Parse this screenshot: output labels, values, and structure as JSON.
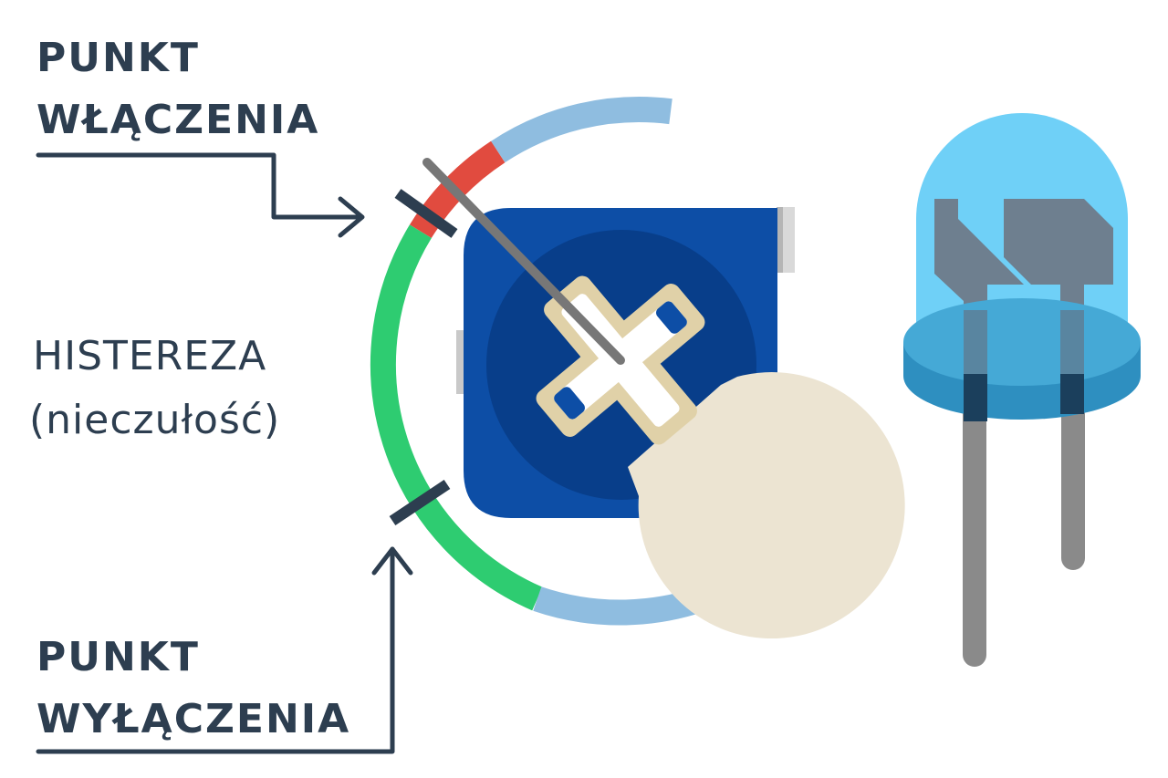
{
  "labels": {
    "on_point": [
      "PUNKT",
      "WŁĄCZENIA"
    ],
    "hysteresis": [
      "HISTEREZA",
      "(nieczułość)"
    ],
    "off_point": [
      "PUNKT",
      "WYŁĄCZENIA"
    ]
  },
  "colors": {
    "text": "#2d3e50",
    "arc_idle": "#8fbde0",
    "arc_on": "#e14b3f",
    "arc_hysteresis": "#2ecc71",
    "pot_body": "#0d4ea6",
    "pot_rotor": "#ece4d2",
    "led_lens": "#6fd0f7",
    "led_base": "#2e8fc0",
    "led_leg": "#8a8a8a"
  }
}
